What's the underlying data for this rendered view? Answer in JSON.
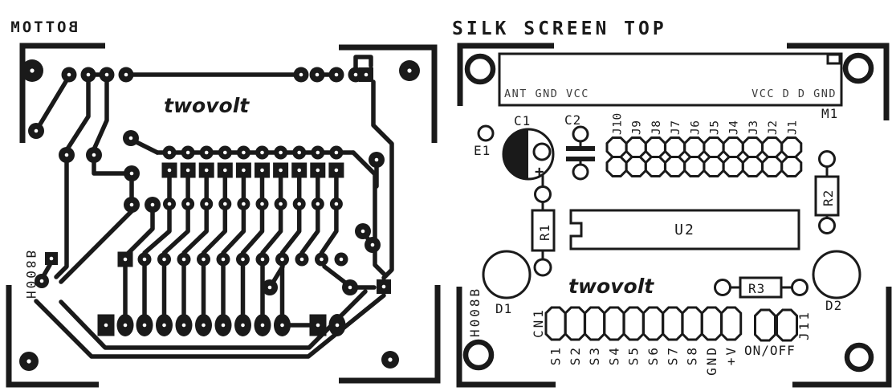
{
  "left": {
    "title": "BOTTOM",
    "brand": "twovolt",
    "board_id": "H008B"
  },
  "right": {
    "title": "SILK SCREEN TOP",
    "brand": "twovolt",
    "board_id": "H008B",
    "module": {
      "ref": "M1",
      "pins_left": "ANT GND VCC",
      "pins_right": "VCC D  D GND"
    },
    "components": {
      "e1": "E1",
      "c1": "C1",
      "c1_plus": "+",
      "c2": "C2",
      "r1": "R1",
      "r2": "R2",
      "r3": "R3",
      "u2": "U2",
      "d1": "D1",
      "d2": "D2"
    },
    "top_header": {
      "labels": [
        "J10",
        "J9",
        "J8",
        "J7",
        "J6",
        "J5",
        "J4",
        "J3",
        "J2",
        "J1"
      ]
    },
    "bottom_header": {
      "ref": "CN1",
      "labels": [
        "S1",
        "S2",
        "S3",
        "S4",
        "S5",
        "S6",
        "S7",
        "S8",
        "GND",
        "+V"
      ]
    },
    "switch": {
      "ref": "J11",
      "label": "ON/OFF"
    }
  },
  "colors": {
    "ink": "#1a1a1a",
    "background": "#ffffff"
  }
}
